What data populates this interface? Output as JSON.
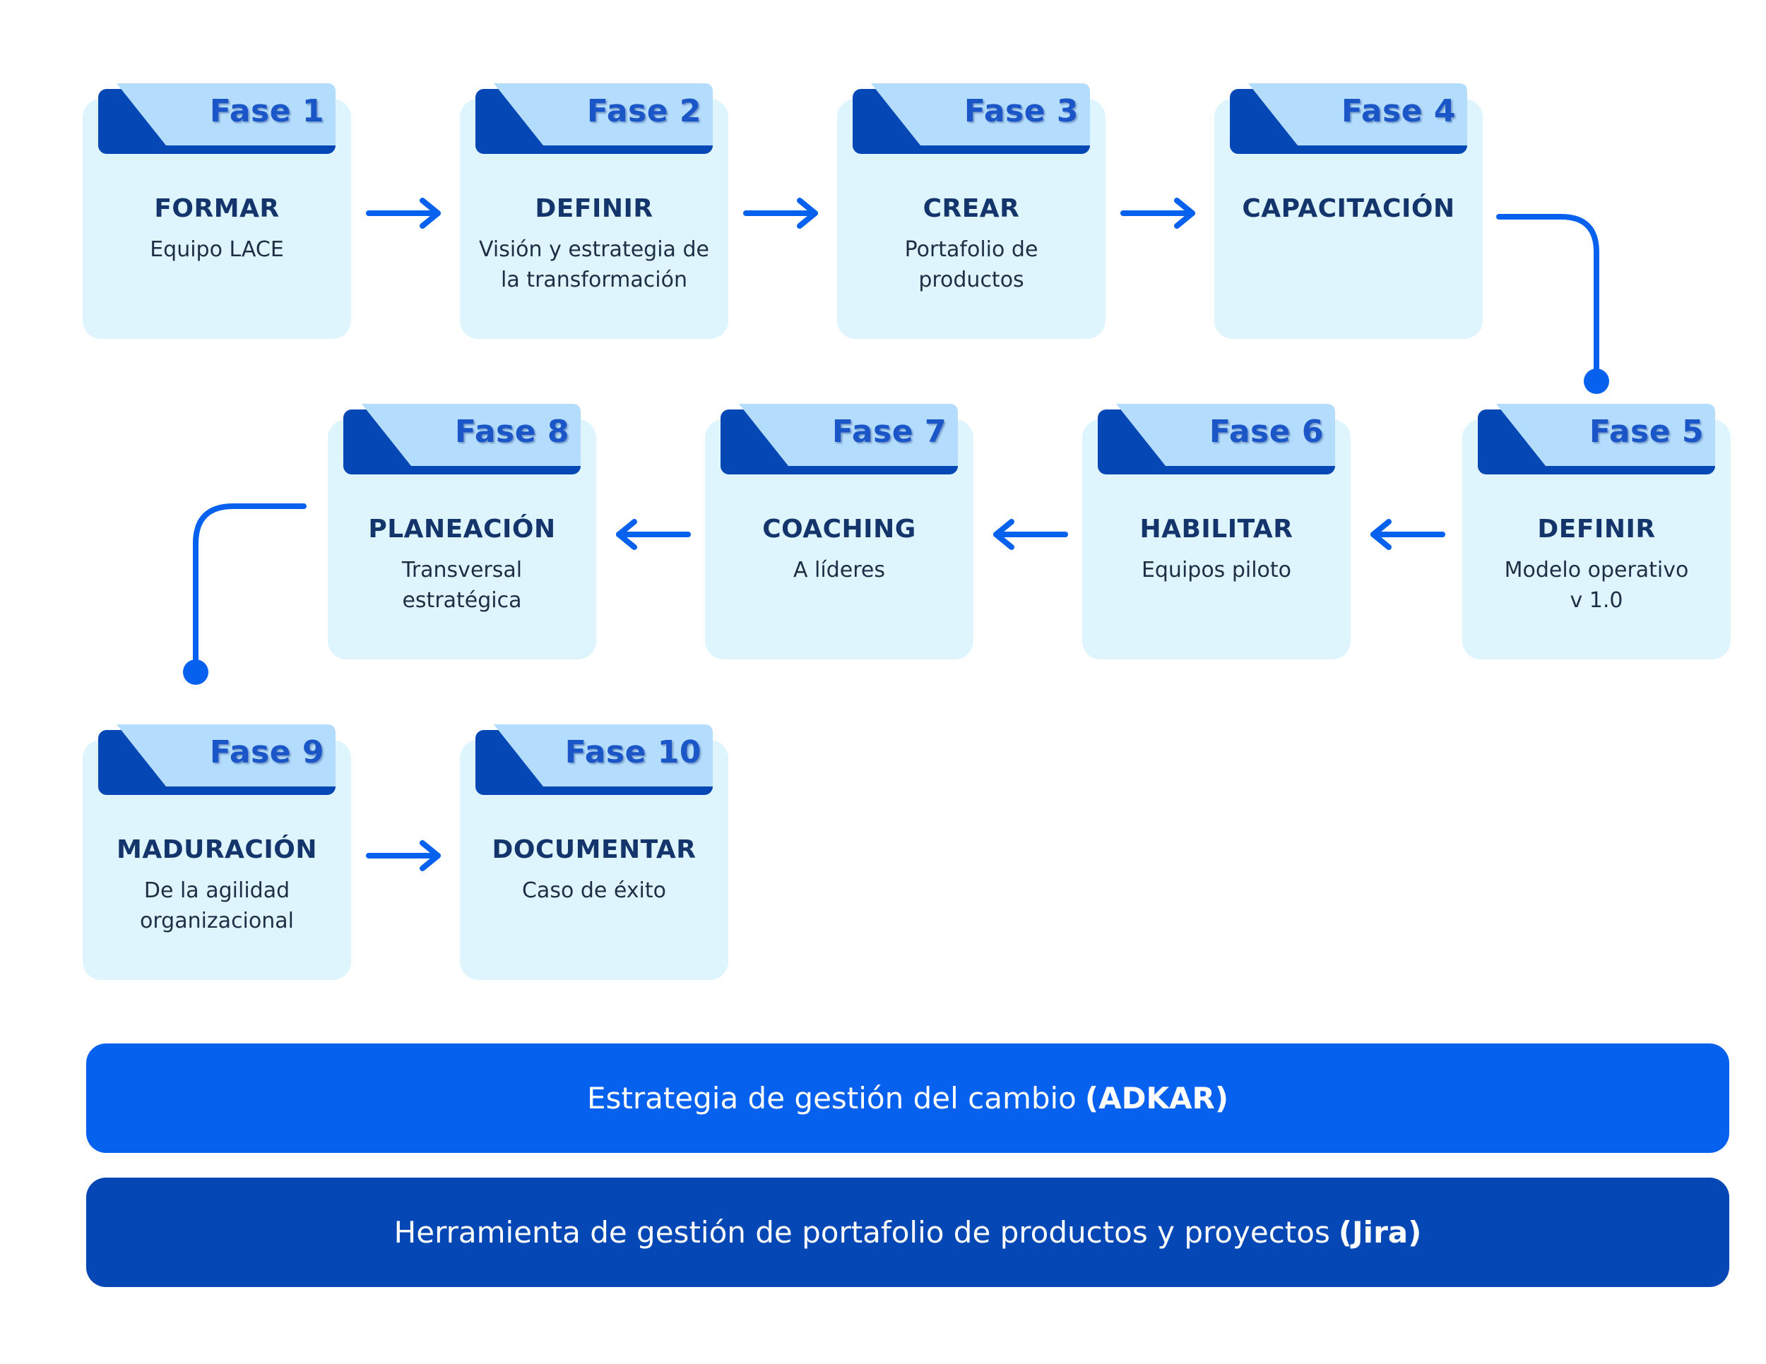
{
  "colors": {
    "card_bg": "#dff5fd",
    "tab_dark": "#0447b5",
    "tab_light": "#b3dcfd",
    "arrow": "#0761ef",
    "label": "#1a56c8",
    "title": "#13356b",
    "banner_primary": "#0761ef",
    "banner_secondary": "#0447b5"
  },
  "phases": [
    {
      "tab": "Fase 1",
      "title": "FORMAR",
      "subtitle": "Equipo LACE"
    },
    {
      "tab": "Fase 2",
      "title": "DEFINIR",
      "subtitle": "Visión y estrategia de\nla transformación"
    },
    {
      "tab": "Fase 3",
      "title": "CREAR",
      "subtitle": "Portafolio de\nproductos"
    },
    {
      "tab": "Fase 4",
      "title": "CAPACITACIÓN",
      "subtitle": ""
    },
    {
      "tab": "Fase 5",
      "title": "DEFINIR",
      "subtitle": "Modelo operativo\nv 1.0"
    },
    {
      "tab": "Fase 6",
      "title": "HABILITAR",
      "subtitle": "Equipos piloto"
    },
    {
      "tab": "Fase 7",
      "title": "COACHING",
      "subtitle": "A líderes"
    },
    {
      "tab": "Fase 8",
      "title": "PLANEACIÓN",
      "subtitle": "Transversal\nestratégica"
    },
    {
      "tab": "Fase 9",
      "title": "MADURACIÓN",
      "subtitle": "De la agilidad\norganizacional"
    },
    {
      "tab": "Fase 10",
      "title": "DOCUMENTAR",
      "subtitle": "Caso de éxito"
    }
  ],
  "banners": {
    "change": {
      "text": "Estrategia de gestión del cambio",
      "bold": "(ADKAR)"
    },
    "tool": {
      "text": "Herramienta de gestión de portafolio de productos y proyectos",
      "bold": "(Jira)"
    }
  }
}
